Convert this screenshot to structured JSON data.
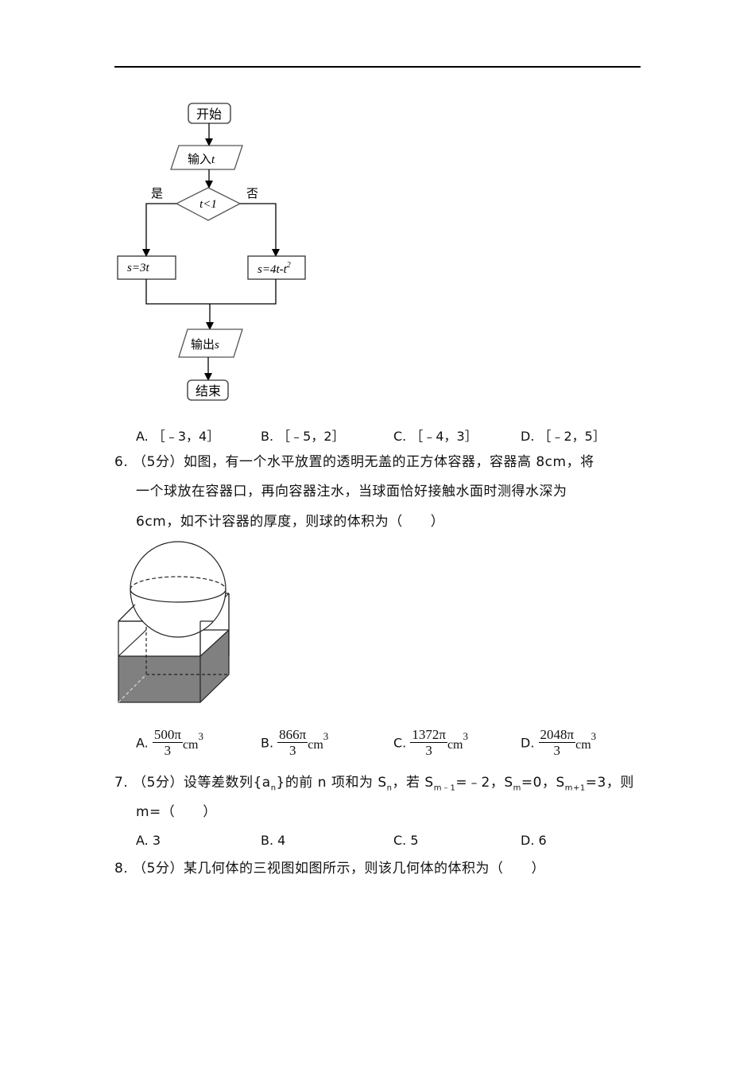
{
  "header": {
    "rule": true
  },
  "q5": {
    "flowchart": {
      "start": "开始",
      "input": "输入",
      "input_var": "t",
      "condition": "t<1",
      "yes_label": "是",
      "no_label": "否",
      "yes_box_lhs": "s",
      "yes_box_rhs": "=3t",
      "no_box_text": "s=4t-t",
      "no_box_sup": "2",
      "output": "输出",
      "output_var": "s",
      "end": "结束"
    },
    "options": [
      {
        "letter": "A.",
        "text": "［﹣3，4］"
      },
      {
        "letter": "B.",
        "text": "［﹣5，2］"
      },
      {
        "letter": "C.",
        "text": "［﹣4，3］"
      },
      {
        "letter": "D.",
        "text": "［﹣2，5］"
      }
    ]
  },
  "q6": {
    "number": "6.",
    "score": "（5分）",
    "line1": "如图，有一个水平放置的透明无盖的正方体容器，容器高 8cm，将",
    "line2": "一个球放在容器口，再向容器注水，当球面恰好接触水面时测得水深为",
    "line3": "6cm，如不计容器的厚度，则球的体积为（　　）",
    "figure": {
      "water_color": "#808080",
      "stroke_color": "#222222"
    },
    "options": [
      {
        "letter": "A.",
        "num": "500π",
        "den": "3",
        "unit": "cm",
        "exp": "3"
      },
      {
        "letter": "B.",
        "num": "866π",
        "den": "3",
        "unit": "cm",
        "exp": "3"
      },
      {
        "letter": "C.",
        "num": "1372π",
        "den": "3",
        "unit": "cm",
        "exp": "3"
      },
      {
        "letter": "D.",
        "num": "2048π",
        "den": "3",
        "unit": "cm",
        "exp": "3"
      }
    ]
  },
  "q7": {
    "number": "7.",
    "score": "（5分）",
    "t1": "设等差数列",
    "seq_open": "{a",
    "seq_sub": "n",
    "seq_close": "}",
    "t2": "的前 n 项和为 S",
    "t2_sub": "n",
    "t3": "，若 S",
    "t3_sub": "m﹣1",
    "t4": "=﹣2，S",
    "t4_sub": "m",
    "t5": "=0，S",
    "t5_sub": "m+1",
    "t6": "=3，则",
    "line2": "m=（　　）",
    "options": [
      {
        "letter": "A.",
        "text": "3"
      },
      {
        "letter": "B.",
        "text": "4"
      },
      {
        "letter": "C.",
        "text": "5"
      },
      {
        "letter": "D.",
        "text": "6"
      }
    ]
  },
  "q8": {
    "number": "8.",
    "score": "（5分）",
    "text": "某几何体的三视图如图所示，则该几何体的体积为（　　）"
  }
}
